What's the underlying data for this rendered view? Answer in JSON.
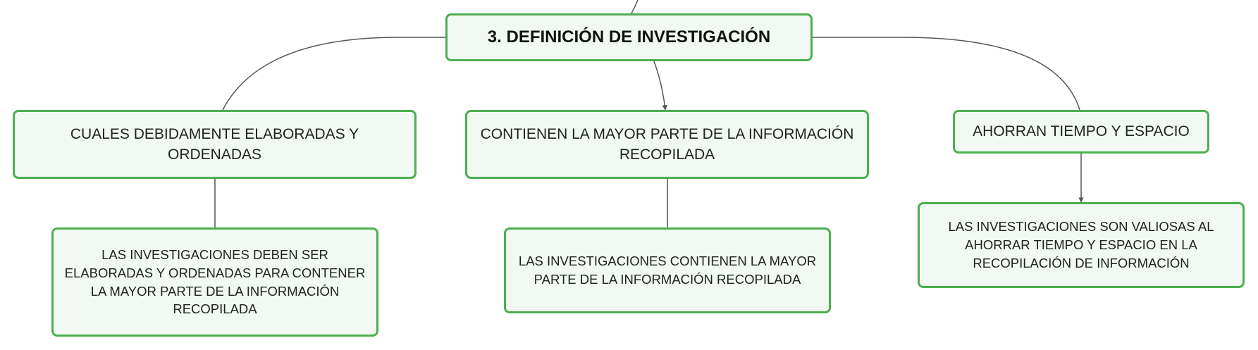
{
  "diagram": {
    "root": {
      "label": "3. DEFINICIÓN DE INVESTIGACIÓN"
    },
    "branches": [
      {
        "label": "CUALES DEBIDAMENTE ELABORADAS Y ORDENADAS",
        "child": "LAS INVESTIGACIONES DEBEN SER ELABORADAS Y ORDENADAS PARA CONTENER LA MAYOR PARTE DE LA INFORMACIÓN RECOPILADA"
      },
      {
        "label": "CONTIENEN LA MAYOR PARTE DE LA INFORMACIÓN RECOPILADA",
        "child": "LAS INVESTIGACIONES CONTIENEN LA MAYOR PARTE DE LA INFORMACIÓN RECOPILADA"
      },
      {
        "label": "AHORRAN TIEMPO Y ESPACIO",
        "child": "LAS INVESTIGACIONES SON VALIOSAS AL AHORRAR TIEMPO Y ESPACIO EN LA RECOPILACIÓN DE INFORMACIÓN"
      }
    ]
  },
  "colors": {
    "node_border": "#4caf50",
    "node_fill": "#f1f9f2",
    "connector": "#555555"
  }
}
